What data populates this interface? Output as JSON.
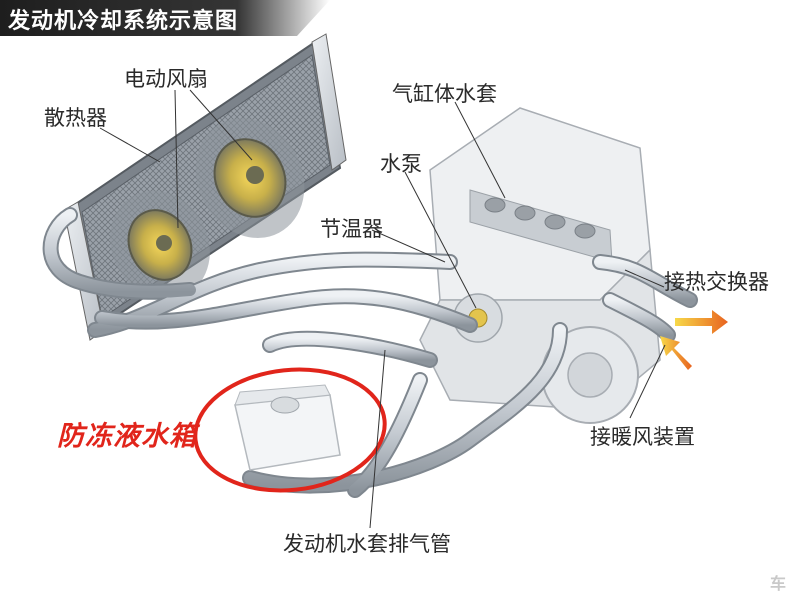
{
  "title": "发动机冷却系统示意图",
  "labels": {
    "radiator": "散热器",
    "electric_fan": "电动风扇",
    "cylinder_water_jacket": "气缸体水套",
    "water_pump": "水泵",
    "thermostat": "节温器",
    "to_heat_exchanger": "接热交换器",
    "to_heater": "接暖风装置",
    "antifreeze_tank": "防冻液水箱",
    "water_jacket_vent_pipe": "发动机水套排气管"
  },
  "watermark": "车",
  "colors": {
    "title_bar": "#2a2a2a",
    "highlight_ring": "#e1251b",
    "highlight_text": "#e1251b",
    "pipe": "#c3c9d0",
    "coolant_arrow": "#f2b134"
  }
}
